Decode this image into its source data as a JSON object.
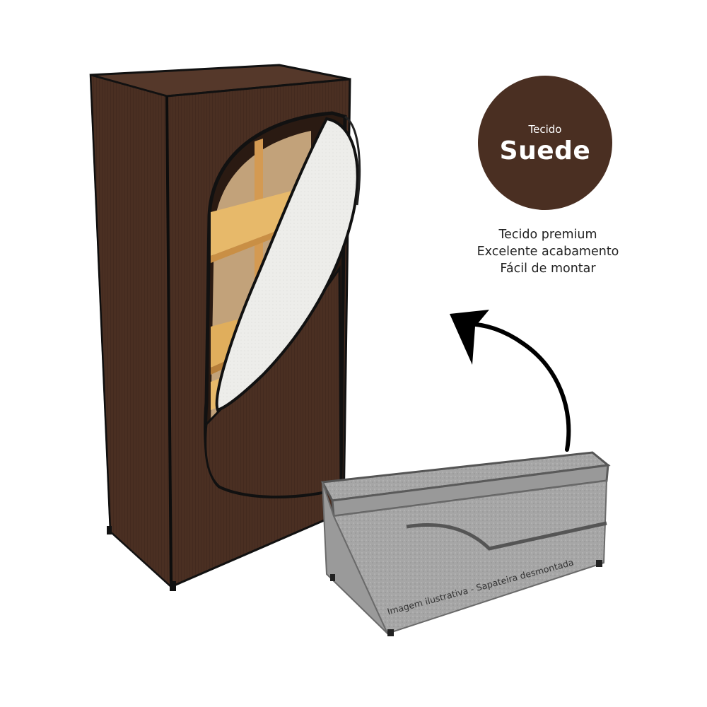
{
  "badge": {
    "small_text": "Tecido",
    "big_text": "Suede"
  },
  "features": [
    "Tecido premium",
    "Excelente acabamento",
    "Fácil de montar"
  ],
  "caption": "Imagem ilustrativa - Sapateira desmontada",
  "colors": {
    "fabric_brown": "#4a2f22",
    "piping": "#111111",
    "wood_shelf": "#e7b96a",
    "lining": "#ecece8",
    "box_gray": "#a4a4a4"
  },
  "icons": [
    "curved-arrow-icon"
  ]
}
